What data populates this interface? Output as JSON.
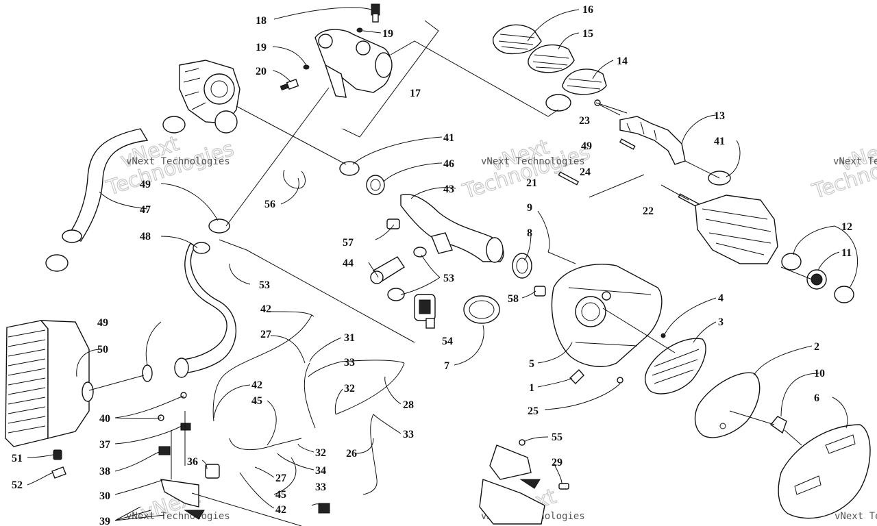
{
  "watermark": {
    "line1": "vNext Technologies",
    "big": "vNext Technologies",
    "big_line1": "vNext",
    "big_line2": "Technologies"
  },
  "callouts": [
    "1",
    "2",
    "3",
    "4",
    "5",
    "6",
    "7",
    "8",
    "9",
    "10",
    "11",
    "12",
    "13",
    "14",
    "15",
    "16",
    "17",
    "18",
    "19",
    "20",
    "21",
    "22",
    "23",
    "24",
    "25",
    "26",
    "27",
    "28",
    "29",
    "30",
    "31",
    "32",
    "33",
    "34",
    "36",
    "37",
    "38",
    "39",
    "40",
    "41",
    "42",
    "43",
    "44",
    "45",
    "46",
    "47",
    "48",
    "49",
    "50",
    "51",
    "52",
    "53",
    "54",
    "55",
    "56",
    "57",
    "58"
  ]
}
